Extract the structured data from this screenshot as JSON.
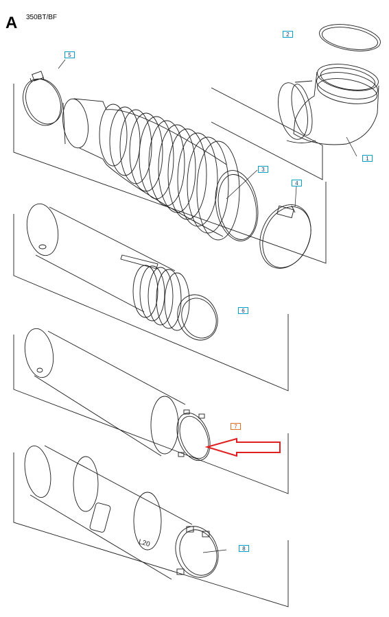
{
  "header": {
    "sheet_letter": "A",
    "model": "350BT/BF"
  },
  "parts": [
    {
      "ref": "1",
      "label": "1"
    },
    {
      "ref": "2",
      "label": "2"
    },
    {
      "ref": "3",
      "label": "3"
    },
    {
      "ref": "4",
      "label": "4"
    },
    {
      "ref": "5",
      "label": "5"
    },
    {
      "ref": "6",
      "label": "6"
    },
    {
      "ref": "7",
      "label": "7",
      "highlighted": true
    },
    {
      "ref": "8",
      "label": "8"
    }
  ],
  "tube_markings": {
    "tube8_text": "L20"
  },
  "colors": {
    "line": "#1a1a1a",
    "callout_border": "#00a0c8",
    "highlight": "#e02020",
    "highlight_callout": "#e07020"
  }
}
